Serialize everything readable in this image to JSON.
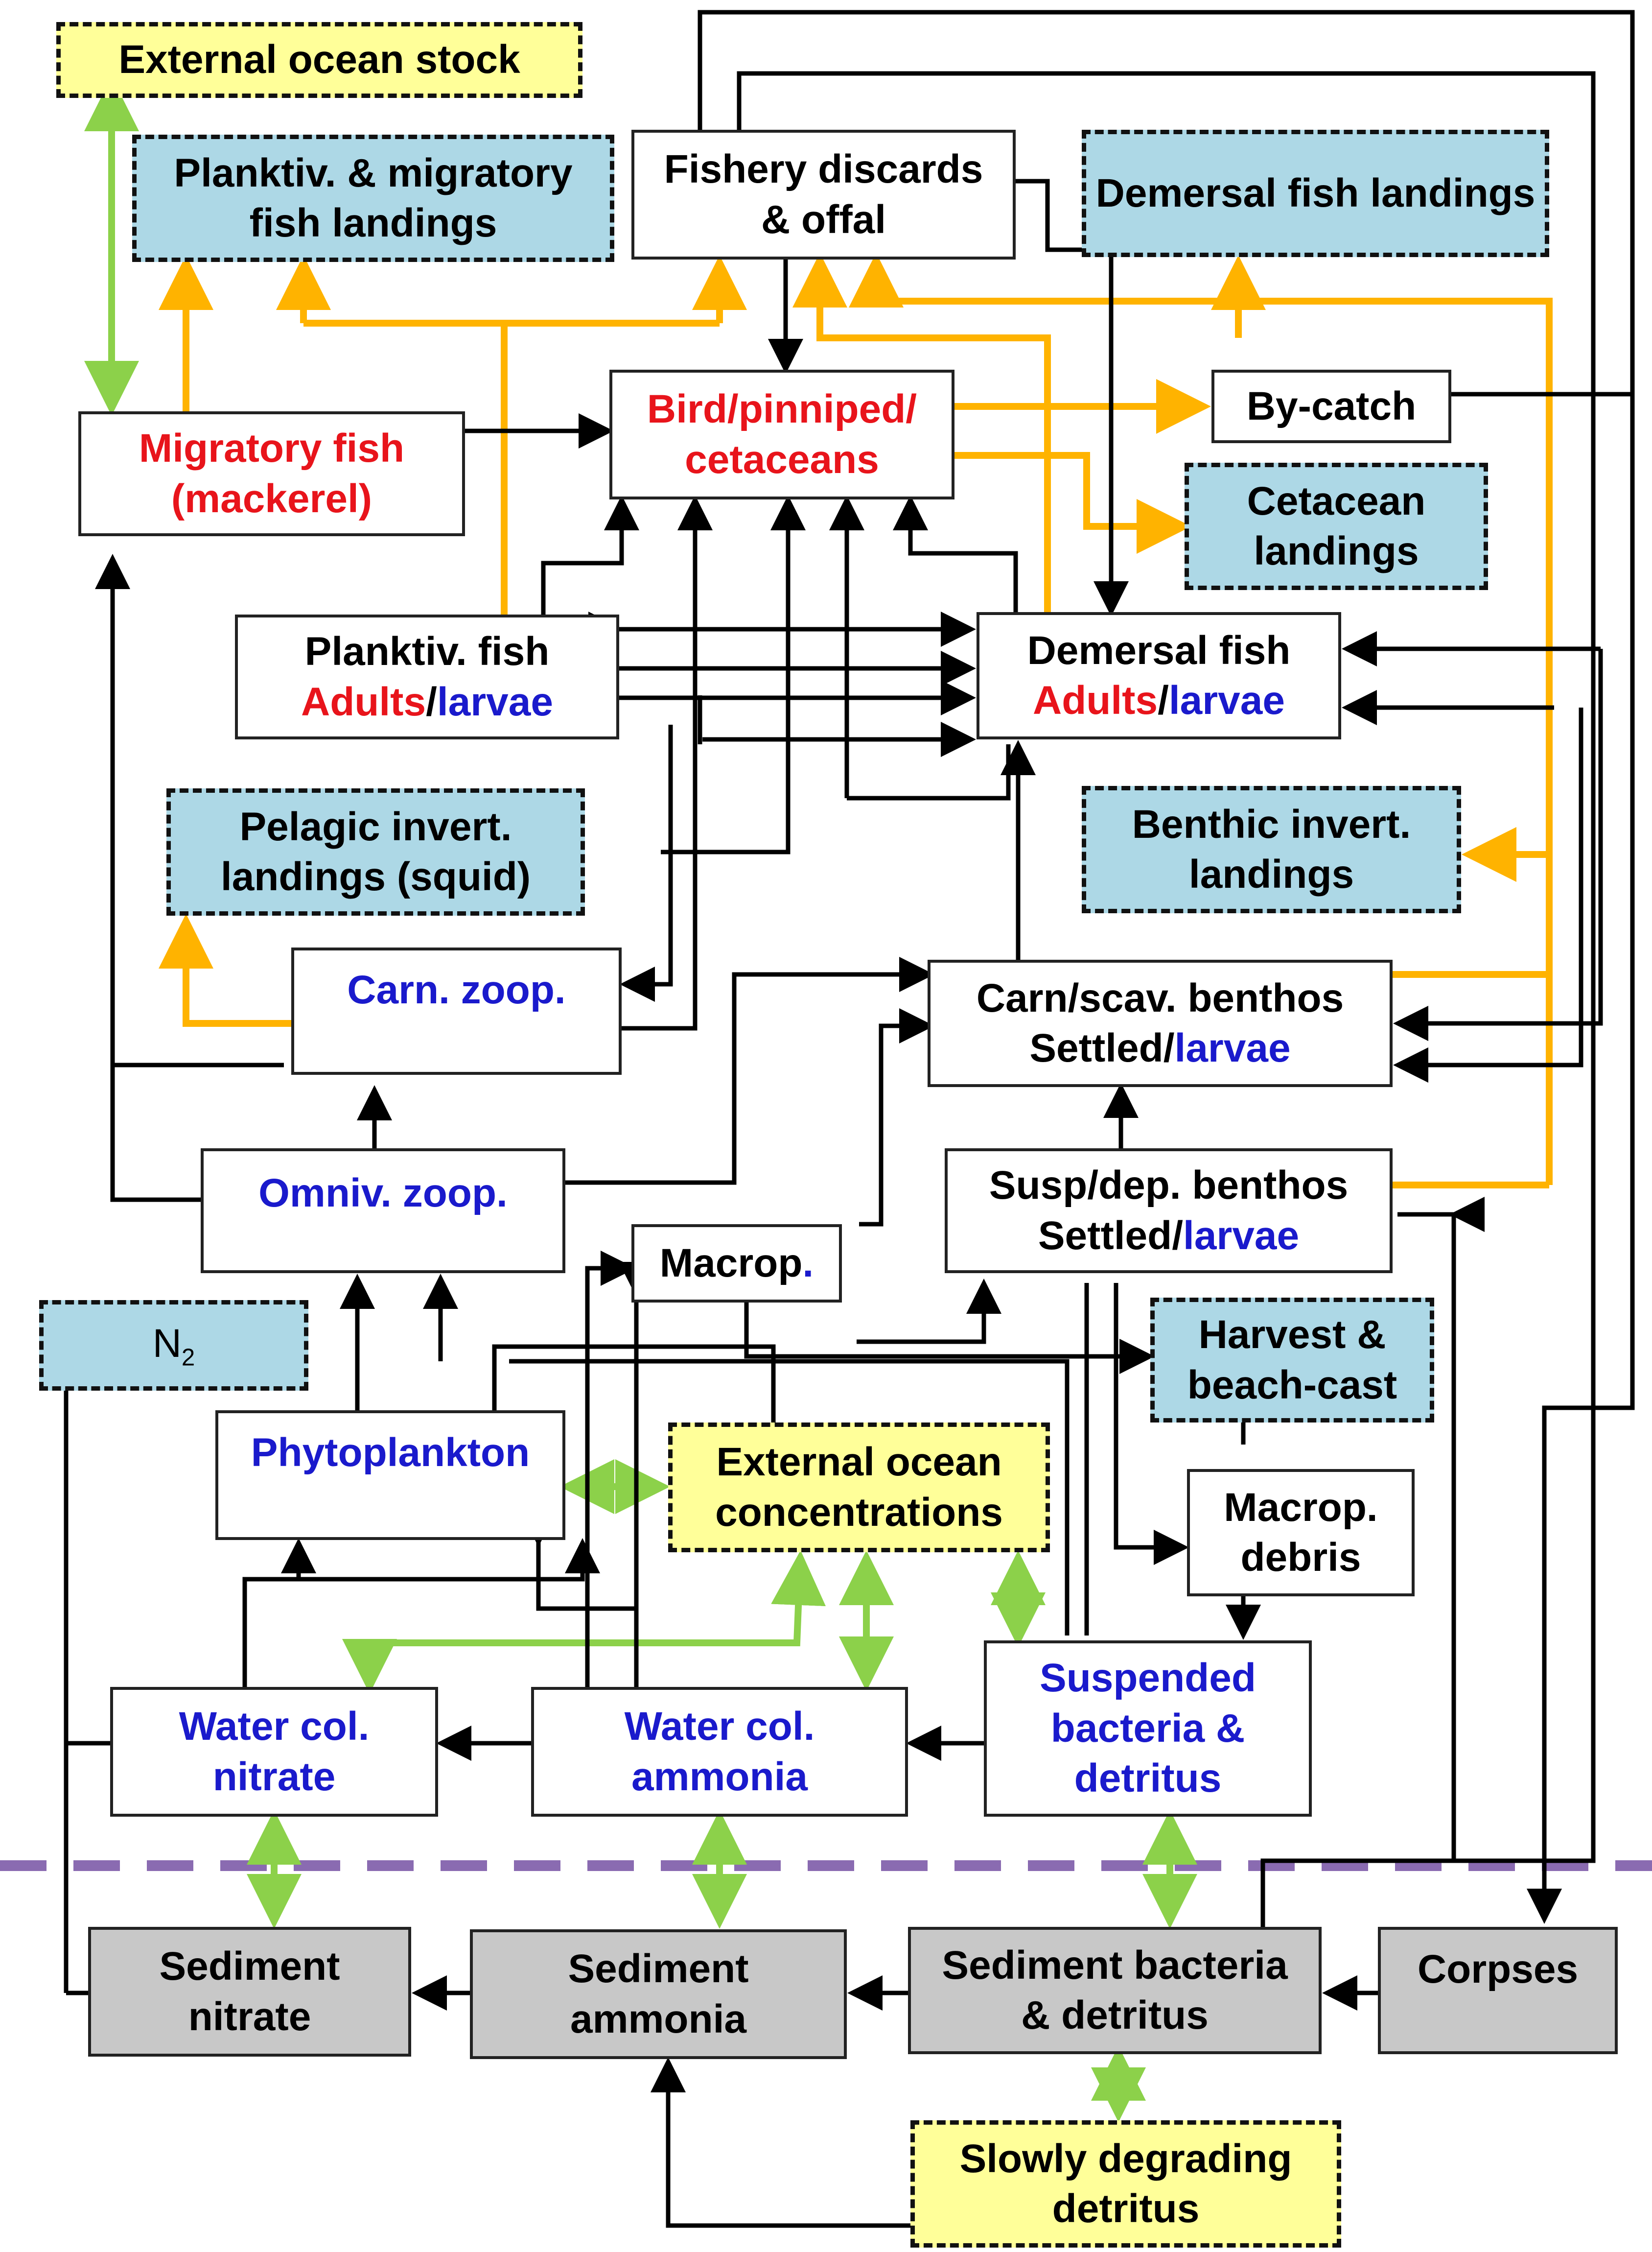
{
  "colors": {
    "black_flow": "#000000",
    "landing_flow": "#ffb300",
    "exchange_flow": "#8cd14a",
    "sediment_boundary": "#8a6bb1",
    "landing_fill": "#add8e6",
    "external_fill": "#ffff99",
    "sediment_fill": "#c8c8c8",
    "red_text": "#e8141b",
    "blue_text": "#1a1acc"
  },
  "boxes": {
    "external_ocean_stock": "External ocean stock",
    "planktiv_migratory_landings": [
      "Planktiv. & migratory",
      "fish landings"
    ],
    "fishery_discards": [
      "Fishery discards",
      "& offal"
    ],
    "demersal_landings": "Demersal fish landings",
    "migratory_fish": [
      "Migratory fish",
      "(mackerel)"
    ],
    "bird_pinniped": [
      "Bird/pinniped/",
      "cetaceans"
    ],
    "bycatch": "By-catch",
    "cetacean_landings": [
      "Cetacean",
      "landings"
    ],
    "planktiv_fish": {
      "title": "Planktiv. fish",
      "adults": "Adults",
      "sep": "/",
      "larvae": "larvae"
    },
    "demersal_fish": {
      "title": "Demersal fish",
      "adults": "Adults",
      "sep": "/",
      "larvae": "larvae"
    },
    "pelagic_invert_landings": [
      "Pelagic invert.",
      "landings (squid)"
    ],
    "benthic_invert_landings": [
      "Benthic invert.",
      "landings"
    ],
    "carn_zoop": "Carn. zoop.",
    "carn_scav_benthos": {
      "title": "Carn/scav. benthos",
      "settled": "Settled",
      "sep": "/",
      "larvae": "larvae"
    },
    "omniv_zoop": "Omniv. zoop.",
    "susp_dep_benthos": {
      "title": "Susp/dep. benthos",
      "settled": "Settled",
      "sep": "/",
      "larvae": "larvae"
    },
    "macrop": {
      "text": "Macrop",
      "dot": "."
    },
    "n2": {
      "base": "N",
      "sub": "2"
    },
    "harvest_beachcast": [
      "Harvest &",
      "beach-cast"
    ],
    "phytoplankton": "Phytoplankton",
    "external_ocean_conc": [
      "External ocean",
      "concentrations"
    ],
    "macrop_debris": [
      "Macrop.",
      "debris"
    ],
    "susp_bacteria": [
      "Suspended",
      "bacteria &",
      "detritus"
    ],
    "water_nitrate": [
      "Water col.",
      "nitrate"
    ],
    "water_ammonia": [
      "Water col.",
      "ammonia"
    ],
    "sediment_nitrate": [
      "Sediment",
      "nitrate"
    ],
    "sediment_ammonia": [
      "Sediment",
      "ammonia"
    ],
    "sediment_bacteria": [
      "Sediment bacteria",
      "& detritus"
    ],
    "corpses": "Corpses",
    "slowly_degrading": [
      "Slowly degrading",
      "detritus"
    ]
  }
}
